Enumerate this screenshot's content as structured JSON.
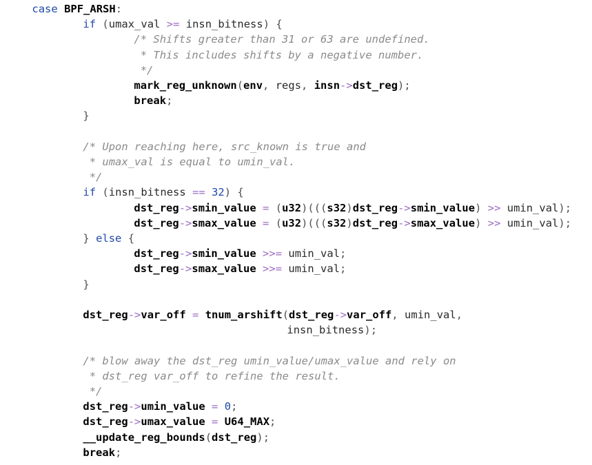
{
  "lines": [
    {
      "indent": 6,
      "tokens": [
        [
          "kw",
          "case "
        ],
        [
          "id",
          "BPF_ARSH"
        ],
        [
          "punct",
          ":"
        ]
      ]
    },
    {
      "indent": 16,
      "tokens": [
        [
          "kw",
          "if "
        ],
        [
          "punct",
          "("
        ],
        [
          "plain",
          "umax_val "
        ],
        [
          "op",
          ">= "
        ],
        [
          "plain",
          "insn_bitness"
        ],
        [
          "punct",
          ") {"
        ]
      ]
    },
    {
      "indent": 26,
      "tokens": [
        [
          "cm",
          "/* Shifts greater than 31 or 63 are undefined."
        ]
      ]
    },
    {
      "indent": 26,
      "tokens": [
        [
          "cm",
          " * This includes shifts by a negative number."
        ]
      ]
    },
    {
      "indent": 26,
      "tokens": [
        [
          "cm",
          " */"
        ]
      ]
    },
    {
      "indent": 26,
      "tokens": [
        [
          "id",
          "mark_reg_unknown"
        ],
        [
          "punct",
          "("
        ],
        [
          "id",
          "env"
        ],
        [
          "punct",
          ", "
        ],
        [
          "plain",
          "regs"
        ],
        [
          "punct",
          ", "
        ],
        [
          "id",
          "insn"
        ],
        [
          "op",
          "->"
        ],
        [
          "id",
          "dst_reg"
        ],
        [
          "punct",
          ");"
        ]
      ]
    },
    {
      "indent": 26,
      "tokens": [
        [
          "id",
          "break"
        ],
        [
          "punct",
          ";"
        ]
      ]
    },
    {
      "indent": 16,
      "tokens": [
        [
          "punct",
          "}"
        ]
      ]
    },
    {
      "indent": 0,
      "tokens": []
    },
    {
      "indent": 16,
      "tokens": [
        [
          "cm",
          "/* Upon reaching here, src_known is true and"
        ]
      ]
    },
    {
      "indent": 16,
      "tokens": [
        [
          "cm",
          " * umax_val is equal to umin_val."
        ]
      ]
    },
    {
      "indent": 16,
      "tokens": [
        [
          "cm",
          " */"
        ]
      ]
    },
    {
      "indent": 16,
      "tokens": [
        [
          "kw",
          "if "
        ],
        [
          "punct",
          "("
        ],
        [
          "plain",
          "insn_bitness "
        ],
        [
          "op",
          "== "
        ],
        [
          "num",
          "32"
        ],
        [
          "punct",
          ") {"
        ]
      ]
    },
    {
      "indent": 26,
      "tokens": [
        [
          "id",
          "dst_reg"
        ],
        [
          "op",
          "->"
        ],
        [
          "id",
          "smin_value"
        ],
        [
          "op",
          " = "
        ],
        [
          "punct",
          "("
        ],
        [
          "id",
          "u32"
        ],
        [
          "punct",
          ")((("
        ],
        [
          "id",
          "s32"
        ],
        [
          "punct",
          ")"
        ],
        [
          "id",
          "dst_reg"
        ],
        [
          "op",
          "->"
        ],
        [
          "id",
          "smin_value"
        ],
        [
          "punct",
          ") "
        ],
        [
          "op",
          ">> "
        ],
        [
          "plain",
          "umin_val"
        ],
        [
          "punct",
          ");"
        ]
      ]
    },
    {
      "indent": 26,
      "tokens": [
        [
          "id",
          "dst_reg"
        ],
        [
          "op",
          "->"
        ],
        [
          "id",
          "smax_value"
        ],
        [
          "op",
          " = "
        ],
        [
          "punct",
          "("
        ],
        [
          "id",
          "u32"
        ],
        [
          "punct",
          ")((("
        ],
        [
          "id",
          "s32"
        ],
        [
          "punct",
          ")"
        ],
        [
          "id",
          "dst_reg"
        ],
        [
          "op",
          "->"
        ],
        [
          "id",
          "smax_value"
        ],
        [
          "punct",
          ") "
        ],
        [
          "op",
          ">> "
        ],
        [
          "plain",
          "umin_val"
        ],
        [
          "punct",
          ");"
        ]
      ]
    },
    {
      "indent": 16,
      "tokens": [
        [
          "punct",
          "} "
        ],
        [
          "kw",
          "else "
        ],
        [
          "punct",
          "{"
        ]
      ]
    },
    {
      "indent": 26,
      "tokens": [
        [
          "id",
          "dst_reg"
        ],
        [
          "op",
          "->"
        ],
        [
          "id",
          "smin_value"
        ],
        [
          "op",
          " >>= "
        ],
        [
          "plain",
          "umin_val"
        ],
        [
          "punct",
          ";"
        ]
      ]
    },
    {
      "indent": 26,
      "tokens": [
        [
          "id",
          "dst_reg"
        ],
        [
          "op",
          "->"
        ],
        [
          "id",
          "smax_value"
        ],
        [
          "op",
          " >>= "
        ],
        [
          "plain",
          "umin_val"
        ],
        [
          "punct",
          ";"
        ]
      ]
    },
    {
      "indent": 16,
      "tokens": [
        [
          "punct",
          "}"
        ]
      ]
    },
    {
      "indent": 0,
      "tokens": []
    },
    {
      "indent": 16,
      "tokens": [
        [
          "id",
          "dst_reg"
        ],
        [
          "op",
          "->"
        ],
        [
          "id",
          "var_off"
        ],
        [
          "op",
          " = "
        ],
        [
          "id",
          "tnum_arshift"
        ],
        [
          "punct",
          "("
        ],
        [
          "id",
          "dst_reg"
        ],
        [
          "op",
          "->"
        ],
        [
          "id",
          "var_off"
        ],
        [
          "punct",
          ", "
        ],
        [
          "plain",
          "umin_val"
        ],
        [
          "punct",
          ","
        ]
      ]
    },
    {
      "indent": 56,
      "tokens": [
        [
          "plain",
          "insn_bitness"
        ],
        [
          "punct",
          ");"
        ]
      ]
    },
    {
      "indent": 0,
      "tokens": []
    },
    {
      "indent": 16,
      "tokens": [
        [
          "cm",
          "/* blow away the dst_reg umin_value/umax_value and rely on"
        ]
      ]
    },
    {
      "indent": 16,
      "tokens": [
        [
          "cm",
          " * dst_reg var_off to refine the result."
        ]
      ]
    },
    {
      "indent": 16,
      "tokens": [
        [
          "cm",
          " */"
        ]
      ]
    },
    {
      "indent": 16,
      "tokens": [
        [
          "id",
          "dst_reg"
        ],
        [
          "op",
          "->"
        ],
        [
          "id",
          "umin_value"
        ],
        [
          "op",
          " = "
        ],
        [
          "num",
          "0"
        ],
        [
          "punct",
          ";"
        ]
      ]
    },
    {
      "indent": 16,
      "tokens": [
        [
          "id",
          "dst_reg"
        ],
        [
          "op",
          "->"
        ],
        [
          "id",
          "umax_value"
        ],
        [
          "op",
          " = "
        ],
        [
          "id",
          "U64_MAX"
        ],
        [
          "punct",
          ";"
        ]
      ]
    },
    {
      "indent": 16,
      "tokens": [
        [
          "id",
          "__update_reg_bounds"
        ],
        [
          "punct",
          "("
        ],
        [
          "id",
          "dst_reg"
        ],
        [
          "punct",
          ");"
        ]
      ]
    },
    {
      "indent": 16,
      "tokens": [
        [
          "id",
          "break"
        ],
        [
          "punct",
          ";"
        ]
      ]
    }
  ]
}
